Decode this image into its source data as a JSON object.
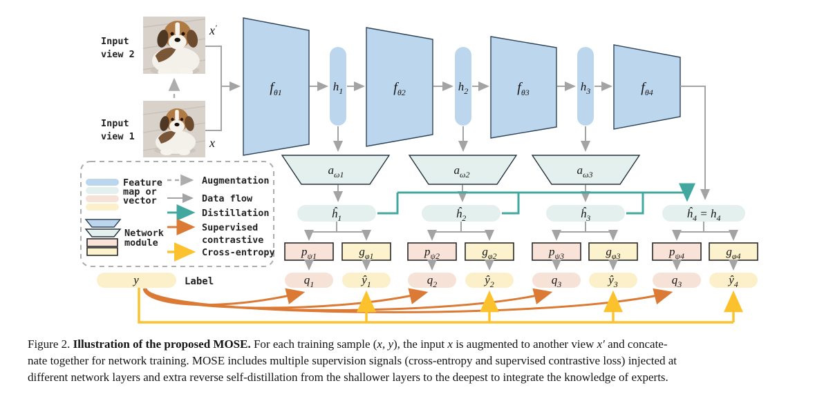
{
  "colors": {
    "feature_blue": "#BCD6EE",
    "feature_mint": "#E4F0EE",
    "feature_pink": "#F9E3D9",
    "feature_yellow": "#FCF2CD",
    "data_flow_gray": "#A3A3A3",
    "distillation_teal": "#42A89F",
    "supervised_contrastive_orange": "#DB7A35",
    "cross_entropy_yellow": "#FCC22E"
  },
  "inputs": {
    "view2_line1": "Input",
    "view2_line2": "view 2",
    "view1_line1": "Input",
    "view1_line2": "view 1",
    "x_prime_main": "x",
    "x_prime_sup": "′",
    "x_main": "x"
  },
  "encoders": {
    "f1": {
      "main": "f",
      "sub": "θ1"
    },
    "f2": {
      "main": "f",
      "sub": "θ2"
    },
    "f3": {
      "main": "f",
      "sub": "θ3"
    },
    "f4": {
      "main": "f",
      "sub": "θ4"
    }
  },
  "features": {
    "h1": {
      "main": "h",
      "sub": "1"
    },
    "h2": {
      "main": "h",
      "sub": "2"
    },
    "h3": {
      "main": "h",
      "sub": "3"
    }
  },
  "adapters": {
    "a1": {
      "main": "a",
      "sub": "ω1"
    },
    "a2": {
      "main": "a",
      "sub": "ω2"
    },
    "a3": {
      "main": "a",
      "sub": "ω3"
    }
  },
  "hidden": {
    "hh1": {
      "main": "ĥ",
      "sub": "1"
    },
    "hh2": {
      "main": "ĥ",
      "sub": "2"
    },
    "hh3": {
      "main": "ĥ",
      "sub": "3"
    },
    "hh4": {
      "m1": "ĥ",
      "s1": "4",
      "m2": " = h",
      "s2": "4"
    }
  },
  "projectors": {
    "p1": {
      "main": "p",
      "sub": "ψ1"
    },
    "p2": {
      "main": "p",
      "sub": "ψ2"
    },
    "p3": {
      "main": "p",
      "sub": "ψ3"
    },
    "p4": {
      "main": "p",
      "sub": "ψ4"
    }
  },
  "classifiers": {
    "g1": {
      "main": "g",
      "sub": "φ1"
    },
    "g2": {
      "main": "g",
      "sub": "φ2"
    },
    "g3": {
      "main": "g",
      "sub": "φ3"
    },
    "g4": {
      "main": "g",
      "sub": "φ4"
    }
  },
  "outputs": {
    "q1": {
      "main": "q",
      "sub": "1"
    },
    "q2": {
      "main": "q",
      "sub": "2"
    },
    "q3": {
      "main": "q",
      "sub": "3"
    },
    "q4": {
      "main": "q",
      "sub": "3"
    },
    "yh1": {
      "main": "ŷ",
      "sub": "1"
    },
    "yh2": {
      "main": "ŷ",
      "sub": "2"
    },
    "yh3": {
      "main": "ŷ",
      "sub": "3"
    },
    "yh4": {
      "main": "ŷ",
      "sub": "4"
    }
  },
  "label_node": {
    "symbol": "y",
    "text": "Label"
  },
  "legend": {
    "feature_line1": "Feature",
    "feature_line2": "map or",
    "feature_line3": "vector",
    "module_line1": "Network",
    "module_line2": "module",
    "augmentation": "Augmentation",
    "data_flow": "Data flow",
    "distillation": "Distillation",
    "supcon_line1": "Supervised",
    "supcon_line2": "contrastive",
    "cross_entropy": "Cross-entropy"
  },
  "caption": {
    "figure": "Figure 2. ",
    "bold": "Illustration of the proposed MOSE.",
    "s1": " For each training sample (",
    "m1": "x, y",
    "s2": "), the input ",
    "m2": "x",
    "s3": " is augmented to another view ",
    "m3": "x′",
    "s4": " and concate-",
    "line2": "nate together for network training. MOSE includes multiple supervision signals (cross-entropy and supervised contrastive loss) injected at",
    "line3": "different network layers and extra reverse self-distillation from the shallower layers to the deepest to integrate the knowledge of experts."
  }
}
